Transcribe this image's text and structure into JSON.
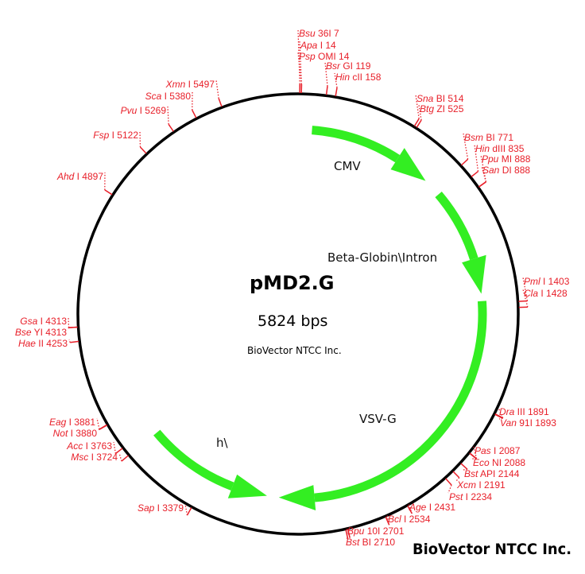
{
  "plasmid": {
    "name": "pMD2.G",
    "size_label": "5824 bps",
    "size_bp": 5824,
    "source": "BioVector NTCC Inc."
  },
  "watermark": "BioVector NTCC Inc.",
  "colors": {
    "backbone": "#000000",
    "feature": "#33ee22",
    "site": "#e8202a"
  },
  "features": [
    {
      "name": "CMV",
      "start": 70,
      "end": 708,
      "direction": "forward"
    },
    {
      "name": "Beta-Globin\\Intron",
      "start": 802,
      "end": 1354,
      "direction": "forward"
    },
    {
      "name": "VSV-G",
      "start": 1391,
      "end": 3009,
      "direction": "forward"
    },
    {
      "name": "h\\",
      "start": 3069,
      "end": 3721,
      "direction": "reverse"
    }
  ],
  "sites": [
    {
      "italic": "Bsu",
      "rest": " 36I 7",
      "pos": 7
    },
    {
      "italic": "Apa",
      "rest": " I 14",
      "pos": 14
    },
    {
      "italic": "Psp",
      "rest": " OMI 14",
      "pos": 14
    },
    {
      "italic": "Bsr",
      "rest": " GI 119",
      "pos": 119
    },
    {
      "italic": "Hin",
      "rest": " cII 158",
      "pos": 158
    },
    {
      "italic": "Sna",
      "rest": " BI 514",
      "pos": 514
    },
    {
      "italic": "Btg",
      "rest": " ZI 525",
      "pos": 525
    },
    {
      "italic": "Bsm",
      "rest": " BI 771",
      "pos": 771
    },
    {
      "italic": "Hin",
      "rest": " dIII 835",
      "pos": 835
    },
    {
      "italic": "Ppu",
      "rest": " MI 888",
      "pos": 888
    },
    {
      "italic": "San",
      "rest": " DI 888",
      "pos": 888
    },
    {
      "italic": "Pml",
      "rest": " I 1403",
      "pos": 1403
    },
    {
      "italic": "Cla",
      "rest": " I 1428",
      "pos": 1428
    },
    {
      "italic": "Dra",
      "rest": " III 1891",
      "pos": 1891
    },
    {
      "italic": "Van",
      "rest": " 91I 1893",
      "pos": 1893
    },
    {
      "italic": "Pas",
      "rest": " I 2087",
      "pos": 2087
    },
    {
      "italic": "Eco",
      "rest": " NI 2088",
      "pos": 2088
    },
    {
      "italic": "Bst",
      "rest": " API 2144",
      "pos": 2144
    },
    {
      "italic": "Xcm",
      "rest": " I 2191",
      "pos": 2191
    },
    {
      "italic": "Pst",
      "rest": " I 2234",
      "pos": 2234
    },
    {
      "italic": "Age",
      "rest": " I 2431",
      "pos": 2431
    },
    {
      "italic": "Bcl",
      "rest": " I 2534",
      "pos": 2534
    },
    {
      "italic": "Bpu",
      "rest": " 10I 2701",
      "pos": 2701
    },
    {
      "italic": "Bst",
      "rest": " BI 2710",
      "pos": 2710
    },
    {
      "italic": "Sap",
      "rest": " I 3379",
      "pos": 3379
    },
    {
      "italic": "Msc",
      "rest": " I 3724",
      "pos": 3724
    },
    {
      "italic": "Acc",
      "rest": " I 3763",
      "pos": 3763
    },
    {
      "italic": "Not",
      "rest": " I 3880",
      "pos": 3880
    },
    {
      "italic": "Eag",
      "rest": " I 3881",
      "pos": 3881
    },
    {
      "italic": "Hae",
      "rest": " II 4253",
      "pos": 4253
    },
    {
      "italic": "Bse",
      "rest": " YI 4313",
      "pos": 4313
    },
    {
      "italic": "Gsa",
      "rest": " I 4313",
      "pos": 4313
    },
    {
      "italic": "Ahd",
      "rest": " I 4897",
      "pos": 4897
    },
    {
      "italic": "Fsp",
      "rest": " I 5122",
      "pos": 5122
    },
    {
      "italic": "Pvu",
      "rest": " I 5269",
      "pos": 5269
    },
    {
      "italic": "Sca",
      "rest": " I 5380",
      "pos": 5380
    },
    {
      "italic": "Xmn",
      "rest": " I 5497",
      "pos": 5497
    }
  ]
}
